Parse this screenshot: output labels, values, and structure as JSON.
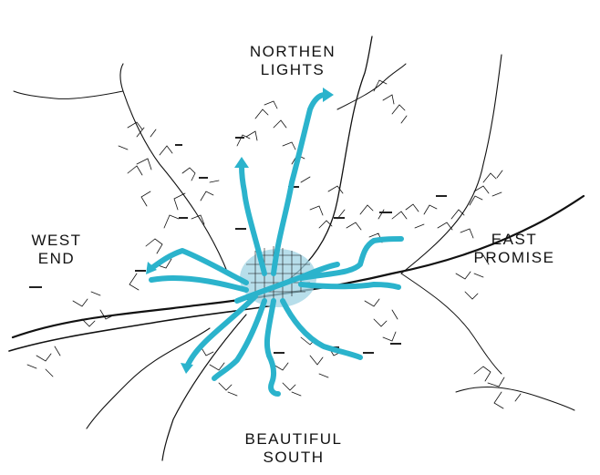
{
  "map": {
    "labels": {
      "north": [
        "NORTHEN",
        "LIGHTS"
      ],
      "west": [
        "WEST",
        "END"
      ],
      "east": [
        "EAST",
        "PROMISE"
      ],
      "south": [
        "BEAUTIFUL",
        "SOUTH"
      ]
    },
    "colors": {
      "route": "#2bb3cc",
      "center_fill": "#9fd3e3",
      "road": "#111111",
      "background": "#ffffff"
    },
    "icons": [
      "route-arrow-icon"
    ]
  }
}
